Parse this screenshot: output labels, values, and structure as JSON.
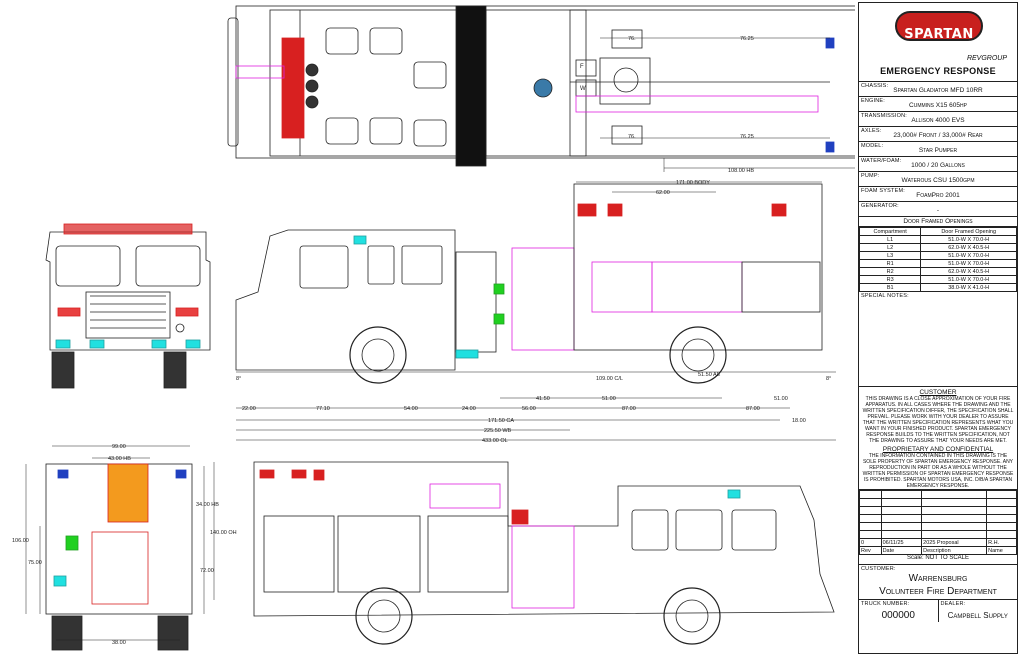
{
  "title_block": {
    "brand": "SPARTAN",
    "rev_group": "REVGROUP",
    "division": "EMERGENCY RESPONSE",
    "specs": [
      {
        "label": "Chassis:",
        "value": "Spartan Gladiator MFD 10RR"
      },
      {
        "label": "Engine:",
        "value": "Cummins X15 605hp"
      },
      {
        "label": "Transmission:",
        "value": "Allison 4000 EVS"
      },
      {
        "label": "Axles:",
        "value": "23,000# Front / 33,000# Rear"
      },
      {
        "label": "Model:",
        "value": "Star Pumper"
      },
      {
        "label": "Water/Foam:",
        "value": "1000 / 20 Gallons"
      },
      {
        "label": "Pump:",
        "value": "Waterous CSU 1500gpm"
      },
      {
        "label": "Foam System:",
        "value": "FoamPro 2001"
      },
      {
        "label": "Generator:",
        "value": "-"
      }
    ],
    "openings_title": "Door Framed Openings",
    "openings_headers": [
      "Compartment",
      "Door Framed Opening"
    ],
    "openings": [
      [
        "L1",
        "51.0-W X 70.0-H"
      ],
      [
        "L2",
        "62.0-W X 40.5-H"
      ],
      [
        "L3",
        "51.0-W X 70.0-H"
      ],
      [
        "R1",
        "51.0-W X 70.0-H"
      ],
      [
        "R2",
        "62.0-W X 40.5-H"
      ],
      [
        "R3",
        "51.0-W X 70.0-H"
      ],
      [
        "B1",
        "38.0-W X 41.0-H"
      ]
    ],
    "special_notes_label": "Special Notes:",
    "customer_title": "CUSTOMER",
    "customer_note": "THIS DRAWING IS A CLOSE APPROXIMATION OF YOUR FIRE APPARATUS. IN ALL CASES WHERE THE DRAWING AND THE WRITTEN SPECIFICATION DIFFER, THE SPECIFICATION SHALL PREVAIL. PLEASE WORK WITH YOUR DEALER TO ASSURE THAT THE WRITTEN SPECIFICATION REPRESENTS WHAT YOU WANT IN YOUR FINISHED PRODUCT. SPARTAN EMERGENCY RESPONSE BUILDS TO THE WRITTEN SPECIFICATION, NOT THE DRAWING TO ASSURE THAT YOUR NEEDS ARE MET.",
    "proprietary_title": "PROPRIETARY AND CONFIDENTIAL",
    "proprietary_note": "THE INFORMATION CONTAINED IN THIS DRAWING IS THE SOLE PROPERTY OF SPARTAN EMERGENCY RESPONSE. ANY REPRODUCTION IN PART OR AS A WHOLE WITHOUT THE WRITTEN PERMISSION OF SPARTAN EMERGENCY RESPONSE IS PROHIBITED. SPARTAN MOTORS USA, INC. D/B/A SPARTAN EMERGENCY RESPONSE.",
    "revision": {
      "rev": "0",
      "date": "06/11/25",
      "description": "2025 Proposal",
      "name": "R.H."
    },
    "rev_headers": [
      "Rev",
      "Date",
      "Description",
      "Name"
    ],
    "scale": "Scale: NOT TO SCALE",
    "customer_label": "Customer:",
    "customer_line1": "Warrensburg",
    "customer_line2": "Volunteer Fire Department",
    "truck_number_label": "Truck Number:",
    "truck_number": "000000",
    "dealer_label": "Dealer:",
    "dealer": "Campbell Supply"
  },
  "dimensions": {
    "top_view": [
      "76.25",
      "76.25",
      "76.",
      "76.",
      "108.00 HB"
    ],
    "side_top": [
      "171.00 BODY",
      "62.00"
    ],
    "side_bottom": [
      "109.00 C/L",
      "51.50 AE",
      "41.50",
      "51.00",
      "51.00",
      "22.00",
      "77.10",
      "54.00",
      "24.00",
      "56.00",
      "87.00",
      "87.00",
      "18.00",
      "171.50 CA",
      "225.50 WB",
      "433.00 OL"
    ],
    "angles": [
      "8°",
      "8°"
    ],
    "rear_view": [
      "99.00",
      "43.00 HB",
      "34.00 HB",
      "106.00",
      "75.00",
      "72.00",
      "38.00"
    ],
    "left_side": [
      "140.00 OH"
    ]
  },
  "view_markers": [
    "F",
    "W"
  ],
  "colors": {
    "red": "#d82020",
    "magenta": "#e020e0",
    "cyan": "#20e0e0",
    "green": "#20d020",
    "orange": "#f39a1e",
    "blue": "#2040c0"
  }
}
